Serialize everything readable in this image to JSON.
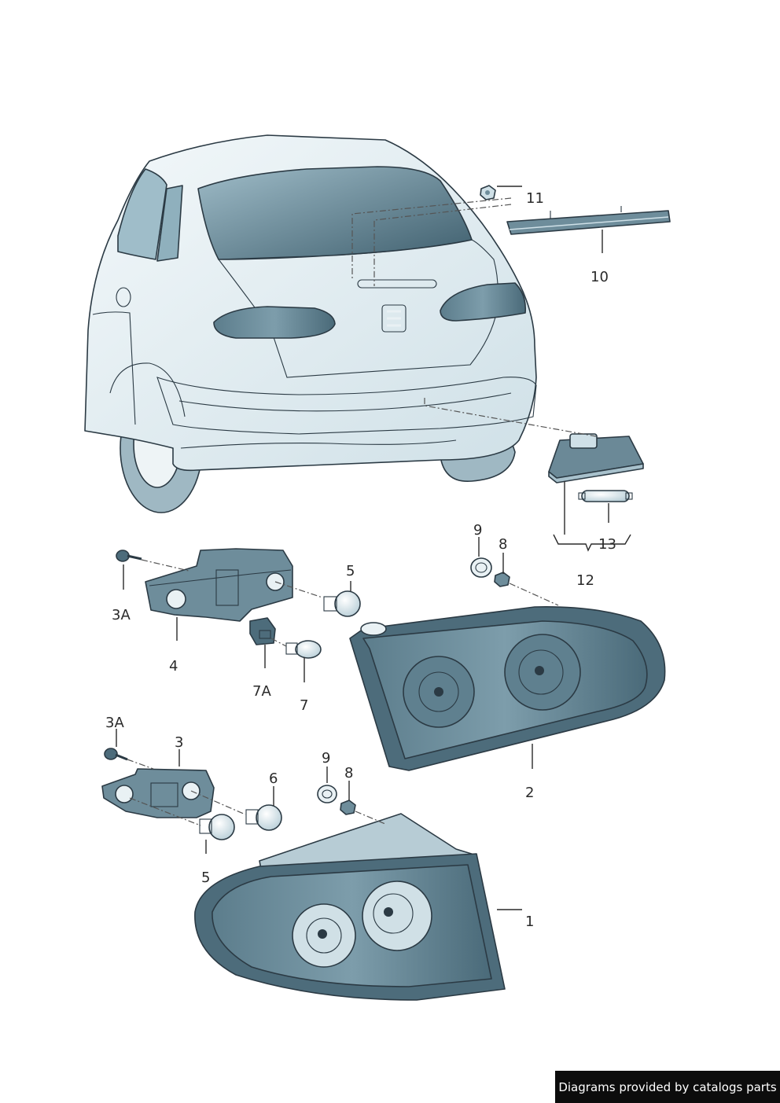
{
  "diagram": {
    "callouts": {
      "p1": "1",
      "p2": "2",
      "p3": "3",
      "p3a_upper": "3A",
      "p3a_lower": "3A",
      "p4": "4",
      "p5_upper": "5",
      "p5_lower": "5",
      "p6": "6",
      "p7": "7",
      "p7a": "7A",
      "p8_upper": "8",
      "p8_lower": "8",
      "p9_upper": "9",
      "p9_lower": "9",
      "p10": "10",
      "p11": "11",
      "p12": "12",
      "p13": "13"
    },
    "colors": {
      "body": "#e9f1f4",
      "shade": "#bcd3dc",
      "dark": "#4d6c7b",
      "outline": "#2b3a44"
    }
  },
  "footer": {
    "credit": "Diagrams provided by catalogs parts"
  }
}
